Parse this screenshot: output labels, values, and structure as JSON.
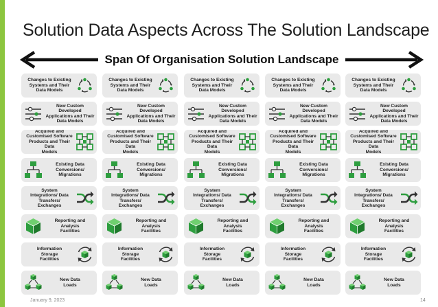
{
  "slide": {
    "title": "Solution Data Aspects Across The Solution Landscape",
    "span_label": "Span Of Organisation Solution Landscape",
    "footer_date": "January 9, 2023",
    "page_number": "14"
  },
  "colors": {
    "accent_bar": "#8cc63f",
    "icon_green": "#2e9e3f",
    "cell_background": "#e9e9e9"
  },
  "column_count": 5,
  "rows": [
    {
      "label": "Changes to Existing Systems and Their Data Models",
      "label_lines": [
        "Changes to Existing",
        "Systems and Their",
        "Data Models"
      ],
      "icon": "cycle-icon",
      "icon_side": "right"
    },
    {
      "label": "New Custom Developed Applications and Their Data Models",
      "label_lines": [
        "New Custom",
        "Developed",
        "Applications and Their",
        "Data Models"
      ],
      "icon": "sliders-icon",
      "icon_side": "left"
    },
    {
      "label": "Acquired and Customised Software Products and Their Data Models",
      "label_lines": [
        "Acquired and",
        "Customised Software",
        "Products and Their Data",
        "Models"
      ],
      "icon": "modules-icon",
      "icon_side": "right"
    },
    {
      "label": "Existing Data Conversions/ Migrations",
      "label_lines": [
        "Existing Data",
        "Conversions/",
        "Migrations"
      ],
      "icon": "hierarchy-icon",
      "icon_side": "left"
    },
    {
      "label": "System Integrations/ Data Transfers/ Exchanges",
      "label_lines": [
        "System",
        "Integrations/ Data",
        "Transfers/",
        "Exchanges"
      ],
      "icon": "shuffle-icon",
      "icon_side": "right"
    },
    {
      "label": "Reporting and Analysis Facilities",
      "label_lines": [
        "Reporting and",
        "Analysis",
        "Facilities"
      ],
      "icon": "cube-icon",
      "icon_side": "left"
    },
    {
      "label": "Information Storage Facilities",
      "label_lines": [
        "Information",
        "Storage",
        "Facilities"
      ],
      "icon": "storage-sync-icon",
      "icon_side": "right"
    },
    {
      "label": "New Data Loads",
      "label_lines": [
        "New Data",
        "Loads"
      ],
      "icon": "cubes-network-icon",
      "icon_side": "left"
    }
  ]
}
